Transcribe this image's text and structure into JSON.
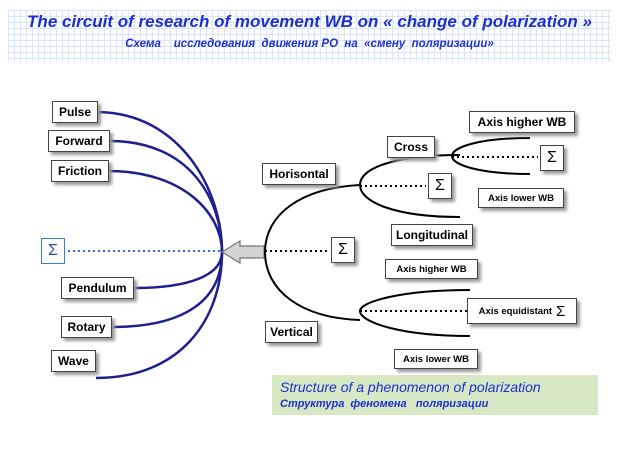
{
  "header": {
    "title": "The circuit of research of movement WB on « change of polarization »",
    "subtitle": "Схема    исследования  движения РО  на  «смену  поляризации»"
  },
  "sigma": "Σ",
  "left_items": {
    "pulse": "Pulse",
    "forward": "Forward",
    "friction": "Friction",
    "pendulum": "Pendulum",
    "rotary": "Rotary",
    "wave": "Wave"
  },
  "right_items": {
    "horisontal": "Horisontal",
    "vertical": "Vertical",
    "cross": "Cross",
    "longitudinal": "Longitudinal",
    "axis_higher_top": "Axis higher WB",
    "axis_lower_top": "Axis lower WB",
    "axis_higher_bottom": "Axis higher WB",
    "axis_equidistant": "Axis equidistant",
    "axis_lower_bottom": "Axis lower WB"
  },
  "footer": {
    "title": "Structure of a phenomenon of polarization",
    "subtitle": "Структура  феномена   поляризации"
  },
  "colors": {
    "title_blue": "#1d2fd0",
    "curve_navy": "#1f1f8f",
    "footer_green": "#d6e8c4"
  }
}
